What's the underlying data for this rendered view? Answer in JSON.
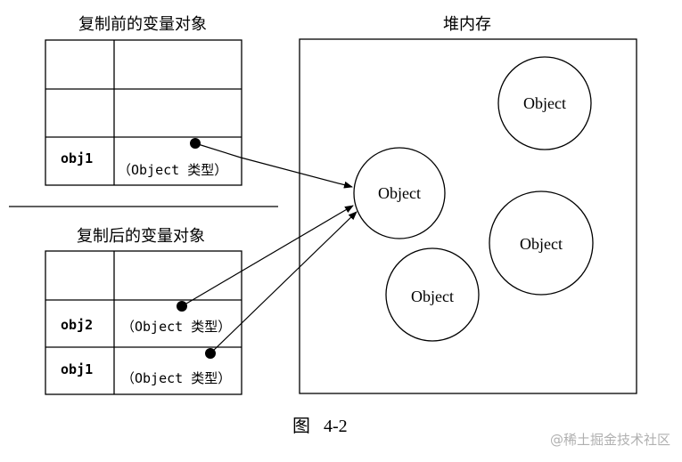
{
  "before_section": {
    "title": "复制前的变量对象",
    "rows": [
      {
        "name": "",
        "type": ""
      },
      {
        "name": "",
        "type": ""
      },
      {
        "name": "obj1",
        "type": "（Object 类型）"
      }
    ]
  },
  "after_section": {
    "title": "复制后的变量对象",
    "rows": [
      {
        "name": "",
        "type": ""
      },
      {
        "name": "obj2",
        "type": "（Object 类型）"
      },
      {
        "name": "obj1",
        "type": "（Object 类型）"
      }
    ]
  },
  "heap": {
    "title": "堆内存",
    "objects": [
      {
        "label": "Object"
      },
      {
        "label": "Object"
      },
      {
        "label": "Object"
      },
      {
        "label": "Object"
      }
    ]
  },
  "figure_caption": "图   4-2",
  "watermark": "@稀土掘金技术社区"
}
